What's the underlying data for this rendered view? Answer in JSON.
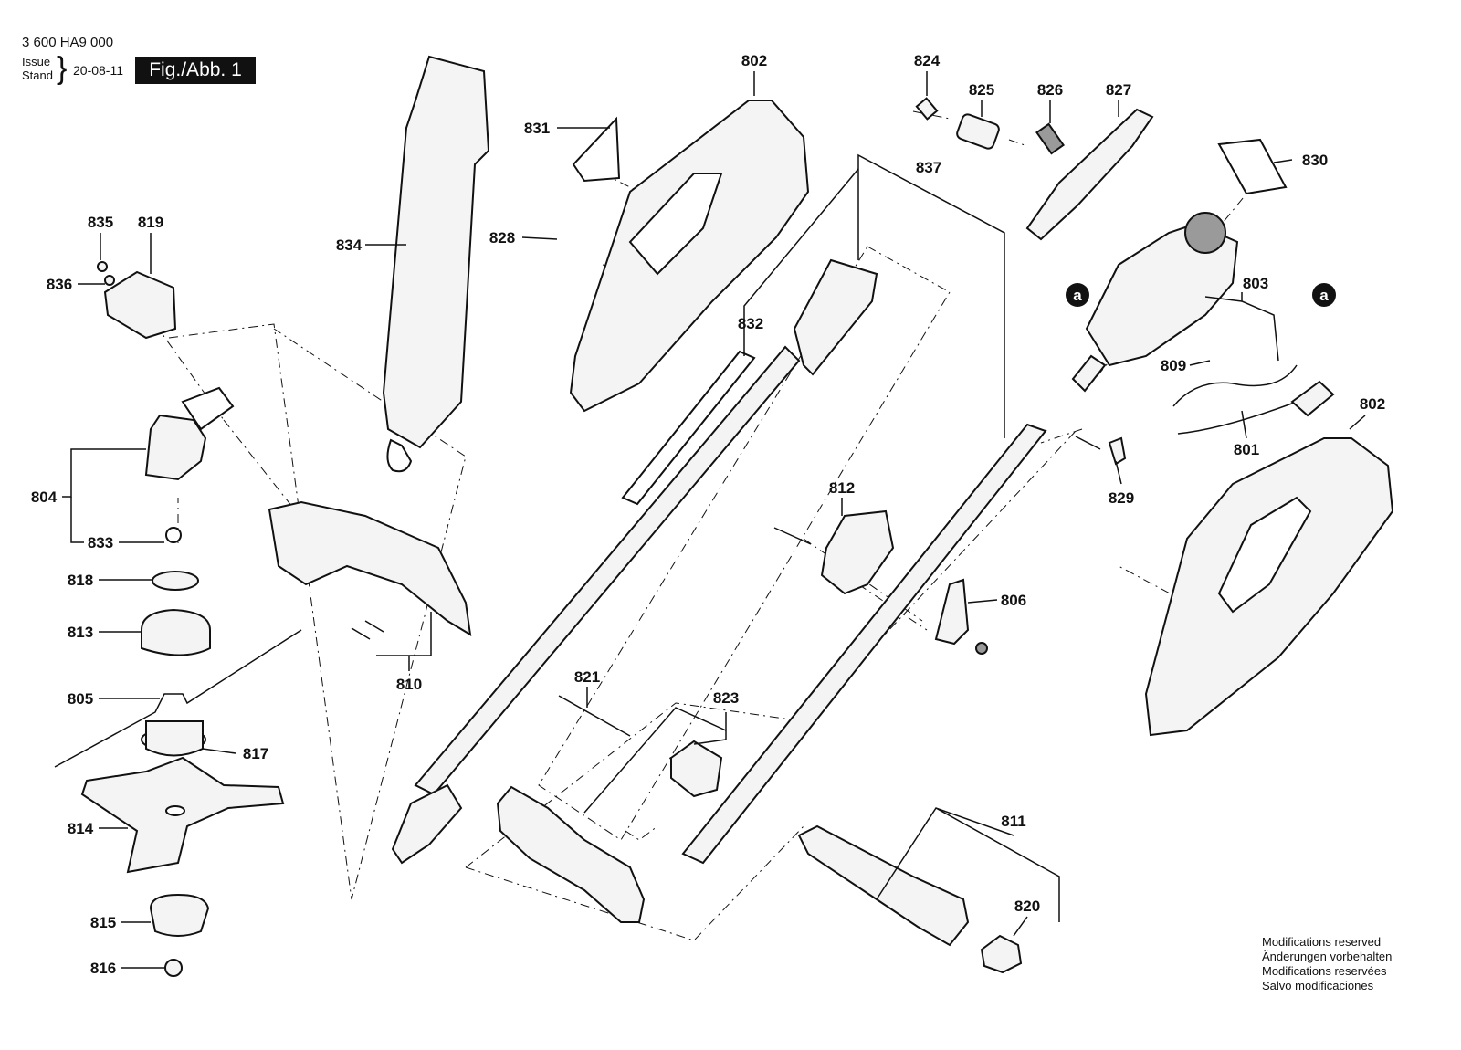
{
  "header": {
    "doc_number": "3 600 HA9 000",
    "issue_label": "Issue",
    "stand_label": "Stand",
    "issue_date": "20-08-11",
    "figure_label": "Fig./Abb. 1"
  },
  "footer": {
    "modifications": [
      "Modifications reserved",
      "Änderungen vorbehalten",
      "Modifications reservées",
      "Salvo modificaciones"
    ]
  },
  "markers": [
    "a",
    "a"
  ],
  "parts": [
    "802",
    "831",
    "824",
    "825",
    "826",
    "827",
    "830",
    "837",
    "835",
    "819",
    "834",
    "828",
    "836",
    "832",
    "803",
    "809",
    "802",
    "801",
    "804",
    "833",
    "829",
    "812",
    "818",
    "813",
    "806",
    "810",
    "805",
    "821",
    "823",
    "817",
    "811",
    "814",
    "820",
    "815",
    "816"
  ]
}
